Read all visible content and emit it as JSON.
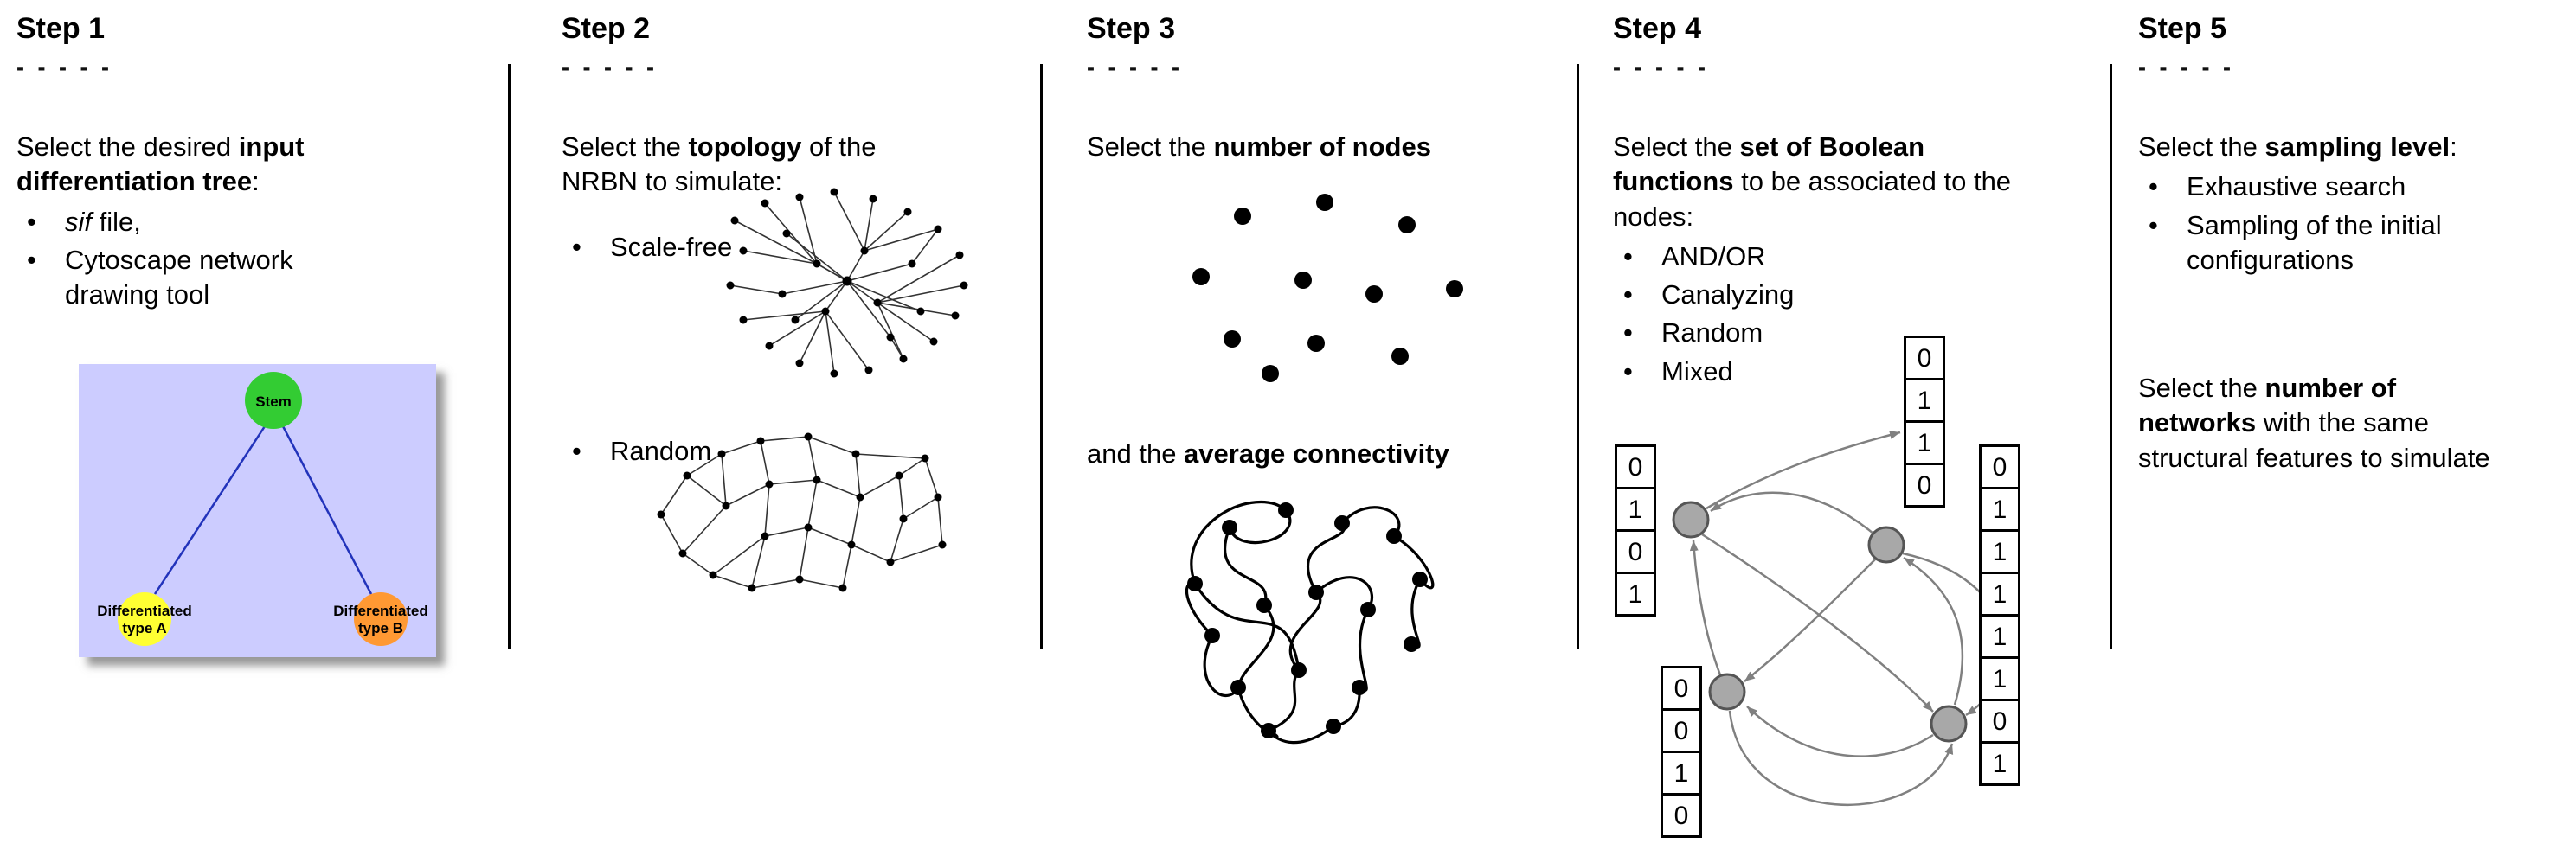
{
  "steps": [
    {
      "title": "Step 1",
      "dashes": "- - - - -",
      "intro": [
        {
          "t": "Select the desired "
        },
        {
          "t": "input differentiation tree",
          "b": true
        },
        {
          "t": ":"
        }
      ],
      "bullets": [
        [
          {
            "t": "sif",
            "i": true
          },
          {
            "t": " file,"
          }
        ],
        [
          {
            "t": "Cytoscape network drawing tool"
          }
        ]
      ],
      "tree": {
        "stem_label": "Stem",
        "type_a_line1": "Differentiated",
        "type_a_line2": "type A",
        "type_b_line1": "Differentiated",
        "type_b_line2": "type B",
        "colors": {
          "background": "#ccccff",
          "stem": "#33cc33",
          "type_a": "#ffff33",
          "type_b": "#ff9933",
          "edge": "#2233bb"
        }
      }
    },
    {
      "title": "Step 2",
      "dashes": "- - - - -",
      "intro": [
        {
          "t": "Select the "
        },
        {
          "t": "topology",
          "b": true
        },
        {
          "t": " of the NRBN to simulate:"
        }
      ],
      "bullets": [
        [
          {
            "t": "Scale-free"
          }
        ],
        [
          {
            "t": "Random"
          }
        ]
      ]
    },
    {
      "title": "Step 3",
      "dashes": "- - - - -",
      "heading_nodes": [
        {
          "t": "Select the "
        },
        {
          "t": "number of nodes",
          "b": true
        }
      ],
      "heading_connectivity": [
        {
          "t": "and the "
        },
        {
          "t": "average connectivity",
          "b": true
        }
      ]
    },
    {
      "title": "Step 4",
      "dashes": "- - - - -",
      "intro": [
        {
          "t": "Select the "
        },
        {
          "t": "set of Boolean functions",
          "b": true
        },
        {
          "t": " to be associated to the nodes:"
        }
      ],
      "bullets": [
        [
          {
            "t": "AND/OR"
          }
        ],
        [
          {
            "t": "Canalyzing"
          }
        ],
        [
          {
            "t": "Random"
          }
        ],
        [
          {
            "t": "Mixed"
          }
        ]
      ],
      "truth_tables": {
        "left": [
          "0",
          "1",
          "0",
          "1"
        ],
        "top": [
          "0",
          "1",
          "1",
          "0"
        ],
        "bottom_left": [
          "0",
          "0",
          "1",
          "0"
        ],
        "right": [
          "0",
          "1",
          "1",
          "1",
          "1",
          "1",
          "0",
          "1"
        ]
      },
      "node_color": "#a8a8a8"
    },
    {
      "title": "Step 5",
      "dashes": "- - - - -",
      "intro": [
        {
          "t": "Select the "
        },
        {
          "t": "sampling level",
          "b": true
        },
        {
          "t": ":"
        }
      ],
      "bullets": [
        [
          {
            "t": "Exhaustive search"
          }
        ],
        [
          {
            "t": "Sampling of the initial configurations"
          }
        ]
      ],
      "second": [
        {
          "t": "Select the "
        },
        {
          "t": "number of",
          "b": true
        },
        {
          "br": true
        },
        {
          "t": "networks",
          "b": true
        },
        {
          "t": " with the same"
        },
        {
          "br": true
        },
        {
          "t": "structural features to simulate"
        }
      ]
    }
  ]
}
